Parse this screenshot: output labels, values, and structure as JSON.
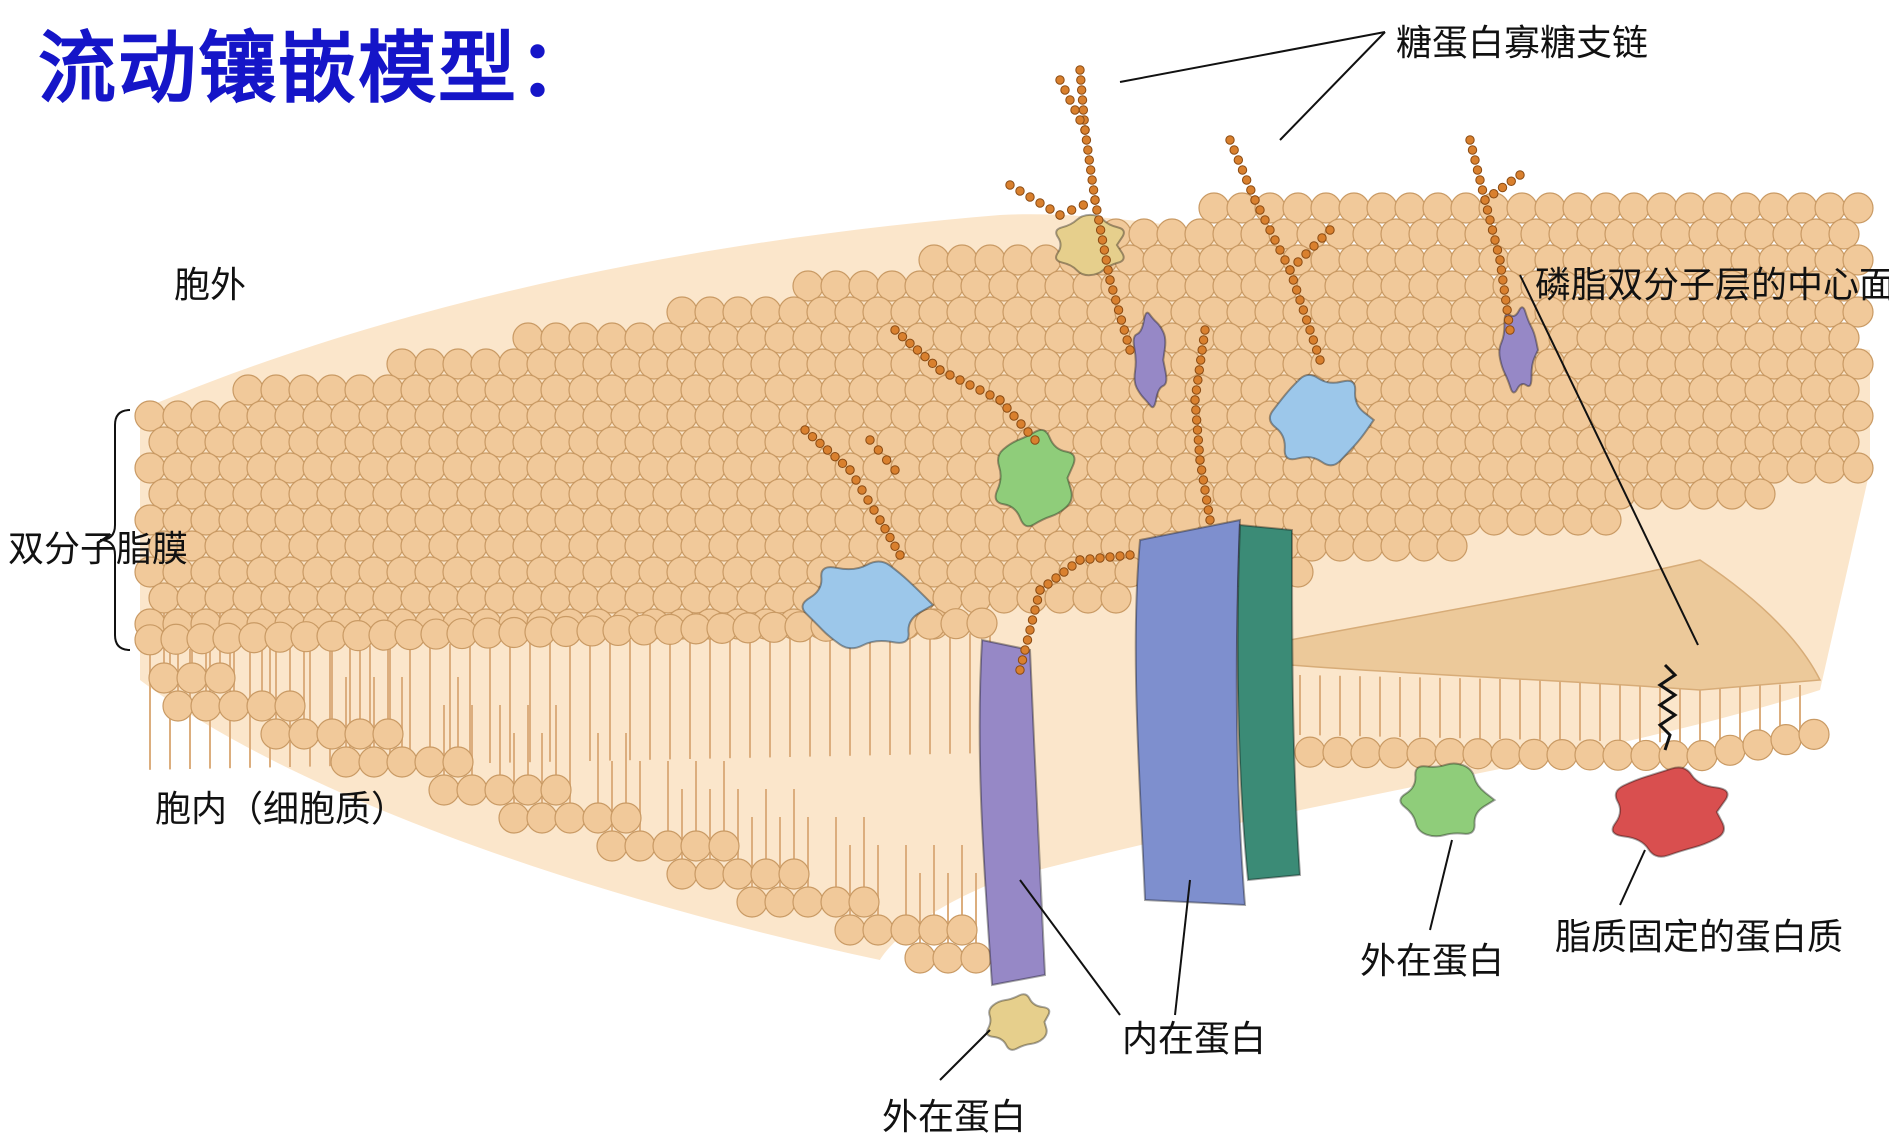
{
  "title": "流动镶嵌模型：",
  "labels": {
    "glycoprotein_chain": "糖蛋白寡糖支链",
    "extracellular": "胞外",
    "bilayer_center": "磷脂双分子层的中心面",
    "bilayer": "双分子脂膜",
    "intracellular": "胞内（细胞质）",
    "peripheral_protein_right": "外在蛋白",
    "lipid_anchored_protein": "脂质固定的蛋白质",
    "integral_protein": "内在蛋白",
    "peripheral_protein_bottom": "外在蛋白"
  },
  "colors": {
    "title": "#1515c8",
    "lipid_head": "#f1c99a",
    "lipid_head_stroke": "#c99a64",
    "lipid_tail": "#dcae7e",
    "membrane_body": "#fbe6cb",
    "center_plane": "#ecc99a",
    "sugar_bead": "#d9802e",
    "protein_blue": "#9cc7ea",
    "protein_purple": "#9688c6",
    "protein_green": "#8fcd7a",
    "protein_teal": "#3b8b76",
    "protein_slate": "#7e8fce",
    "protein_red": "#d94f4f",
    "protein_tan": "#e6cf8c"
  },
  "icons": [
    "phospholipid-bilayer-illustration",
    "glycoprotein-icon",
    "integral-protein-icon",
    "peripheral-protein-icon",
    "lipid-anchor-icon"
  ]
}
